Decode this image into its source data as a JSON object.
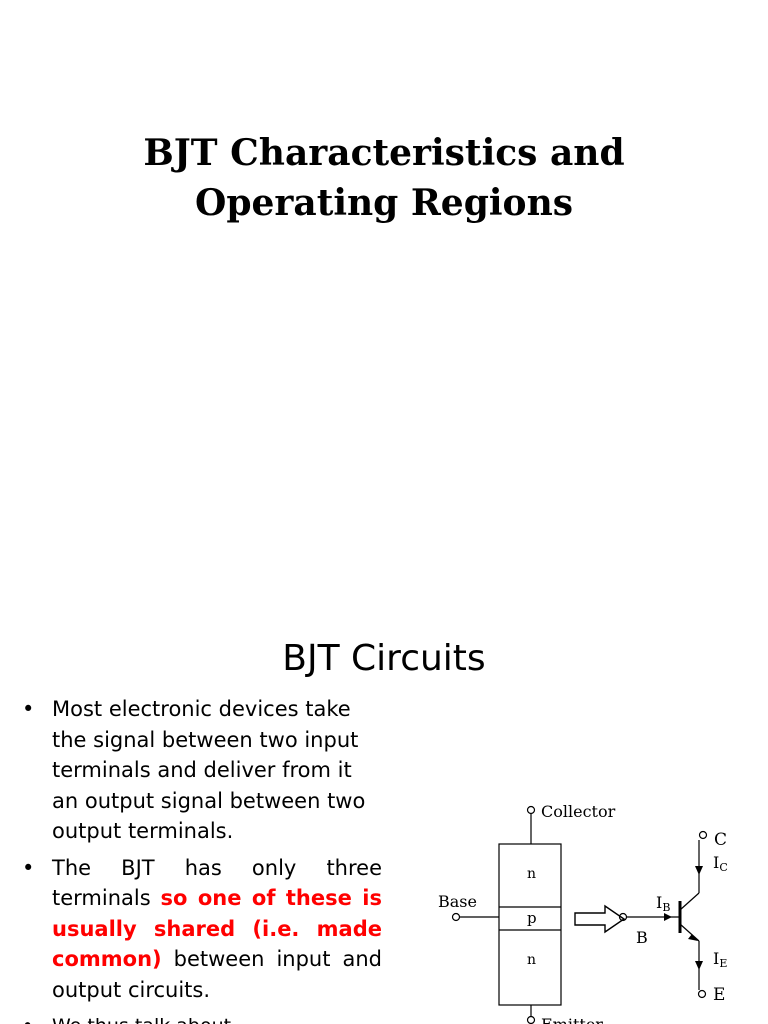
{
  "slide1": {
    "title": "BJT Characteristics and Operating Regions"
  },
  "slide2": {
    "title": "BJT Circuits",
    "bullet1": "Most electronic devices take the signal between two input terminals and deliver from it an output signal between two output terminals.",
    "bullet2": {
      "part1": "The BJT has only three terminals",
      "part2": "so one of these is usually shared (i.e. made common)",
      "part3": "between input and output circuits."
    },
    "bullet3_partial": "We thus talk about",
    "bullet_glyph": "•",
    "diagram": {
      "collector_label": "Collector",
      "base_label": "Base",
      "emitter_label": "Emitter",
      "layer_top": "n",
      "layer_mid": "p",
      "layer_bottom": "n",
      "terminal_c": "C",
      "terminal_b": "B",
      "terminal_e": "E",
      "current_c": "I",
      "current_c_sub": "C",
      "current_b": "I",
      "current_b_sub": "B",
      "current_e": "I",
      "current_e_sub": "E"
    }
  }
}
